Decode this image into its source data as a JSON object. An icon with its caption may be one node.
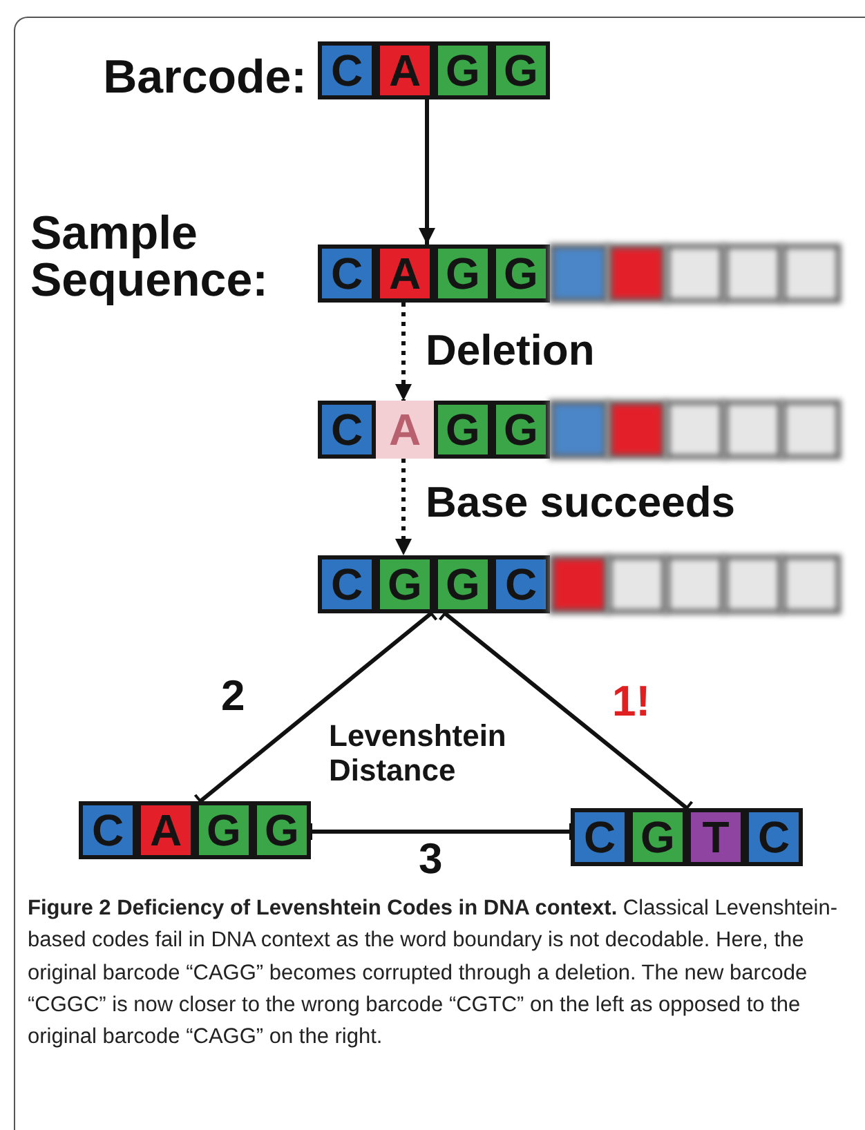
{
  "diagram": {
    "caption": "**Figure 2 Deficiency of Levenshtein Codes in DNA context.** Classical Levenshtein-based codes fail in DNA context as the word boundary is not decodable. Here, the original barcode “CAGG” becomes corrupted through a deletion. The new barcode “CGGC” is now closer to the wrong barcode “CGTC” on the left as opposed to the original barcode “CAGG” on the right.",
    "nodes": [
      {
        "text": [
          "Barcode:"
        ]
      },
      {
        "text": [
          "C"
        ],
        "in": 0
      },
      {
        "text": [
          "A"
        ],
        "in": 0
      },
      {
        "text": [
          "G"
        ],
        "in": 0
      },
      {
        "text": [
          "G"
        ],
        "in": 0
      },
      {
        "text": [
          "Sample Sequence:"
        ]
      },
      {
        "text": [
          "C"
        ],
        "in": 5
      },
      {
        "text": [
          "A"
        ],
        "in": 5
      },
      {
        "text": [
          "G"
        ],
        "in": 5
      },
      {
        "text": [
          "G"
        ],
        "in": 5
      },
      {
        "text": [],
        "shape": "box",
        "in": 5
      },
      {
        "text": [],
        "shape": "box",
        "in": 5
      },
      {
        "text": [],
        "shape": "box",
        "in": 5
      },
      {
        "text": [],
        "shape": "box",
        "in": 5
      },
      {
        "text": [],
        "shape": "box",
        "in": 5
      },
      {
        "text": [],
        "shape": "bar"
      },
      {
        "text": [
          "C"
        ],
        "in": 15
      },
      {
        "text": [
          "A"
        ],
        "in": 15
      },
      {
        "text": [
          "G"
        ],
        "in": 15
      },
      {
        "text": [
          "G"
        ],
        "in": 15
      },
      {
        "text": [],
        "shape": "box",
        "in": 15
      },
      {
        "text": [],
        "shape": "box",
        "in": 15
      },
      {
        "text": [],
        "shape": "box",
        "in": 15
      },
      {
        "text": [],
        "shape": "box",
        "in": 15
      },
      {
        "text": [],
        "shape": "box",
        "in": 15
      },
      {
        "text": [],
        "shape": "bar"
      },
      {
        "text": [
          "C"
        ],
        "in": 25
      },
      {
        "text": [
          "G"
        ],
        "in": 25
      },
      {
        "text": [
          "G"
        ],
        "in": 25
      },
      {
        "text": [
          "C"
        ],
        "in": 25
      },
      {
        "text": [],
        "shape": "box",
        "in": 25
      },
      {
        "text": [],
        "shape": "box",
        "in": 25
      },
      {
        "text": [],
        "shape": "box",
        "in": 25
      },
      {
        "text": [],
        "shape": "box",
        "in": 25
      },
      {
        "text": [],
        "shape": "box",
        "in": 25
      },
      {
        "text": [],
        "shape": "bar"
      },
      {
        "text": [
          "C"
        ],
        "in": 35
      },
      {
        "text": [
          "A"
        ],
        "in": 35
      },
      {
        "text": [
          "G"
        ],
        "in": 35
      },
      {
        "text": [
          "G"
        ],
        "in": 35
      },
      {
        "text": [],
        "shape": "bar"
      },
      {
        "text": [
          "C"
        ],
        "in": 40
      },
      {
        "text": [
          "G"
        ],
        "in": 40
      },
      {
        "text": [
          "T"
        ],
        "in": 40
      },
      {
        "text": [
          "C"
        ],
        "in": 40
      }
    ],
    "edges": [
      {
        "from": 0,
        "to": 5,
        "arrow": "to"
      },
      {
        "from": 5,
        "to": 15,
        "arrow": "to",
        "style": "dashed",
        "label": "Deletion"
      },
      {
        "from": 15,
        "to": 25,
        "arrow": "to",
        "style": "dashed",
        "label": "Base succeeds"
      },
      {
        "from": 25,
        "to": 35,
        "arrow": "other",
        "label": "2"
      },
      {
        "from": 25,
        "to": 40,
        "arrow": "other",
        "label": "1!"
      },
      {
        "from": 35,
        "to": 40,
        "arrow": "other",
        "label": "3"
      }
    ],
    "labels": [
      "Levenshtein Distance"
    ]
  }
}
